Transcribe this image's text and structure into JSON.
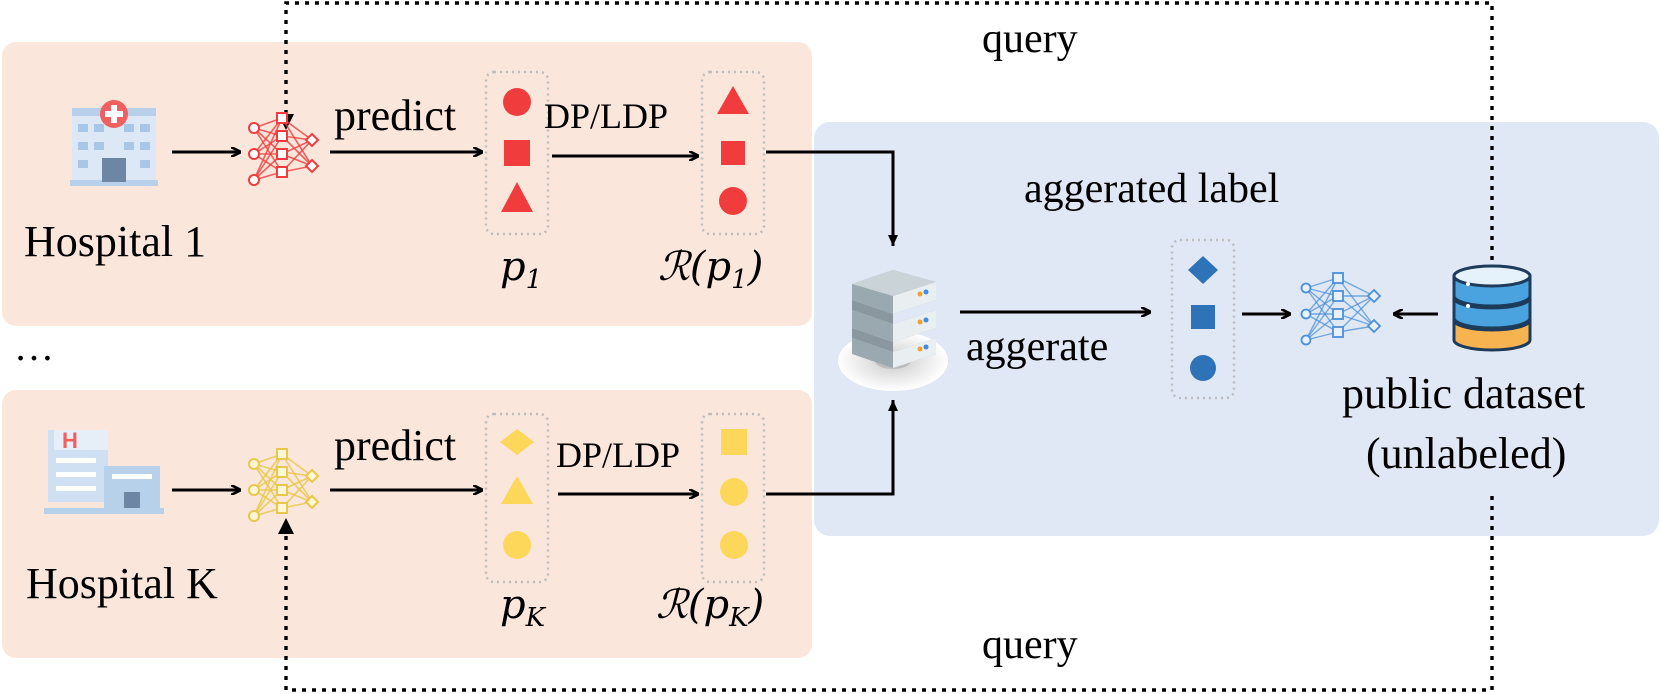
{
  "labels": {
    "query_top": "query",
    "query_bottom": "query",
    "hospital_1": "Hospital 1",
    "hospital_k": "Hospital K",
    "ellipsis": "…",
    "predict_1": "predict",
    "predict_k": "predict",
    "dp_ldp_1": "DP/LDP",
    "dp_ldp_k": "DP/LDP",
    "aggregated_label": "aggerated label",
    "aggregate": "aggerate",
    "public_dataset_line1": "public dataset",
    "public_dataset_line2": "(unlabeled)",
    "p1": "p",
    "p1_sub": "1",
    "pk": "p",
    "pk_sub": "K",
    "r_p1_pre": "ℛ(",
    "r_p1_var": "p",
    "r_p1_sub": "1",
    "r_p1_post": ")",
    "r_pk_pre": "ℛ(",
    "r_pk_var": "p",
    "r_pk_sub": "K",
    "r_pk_post": ")"
  },
  "colors": {
    "hospital_panel": "#fbe6dc",
    "server_panel": "#e1e8f5",
    "red": "#f03c3c",
    "yellow": "#fcd75a",
    "blue": "#2e73b8",
    "light_blue": "#4a90d9",
    "gray_dots": "#b8b8b8",
    "arrow": "#000000"
  },
  "icons": {
    "hospital_1": "hospital-building-icon",
    "hospital_k": "hospital-h-building-icon",
    "net_red": "neural-network-icon",
    "net_yellow": "neural-network-icon",
    "server": "server-icon",
    "net_blue": "neural-network-icon",
    "database": "database-icon"
  }
}
